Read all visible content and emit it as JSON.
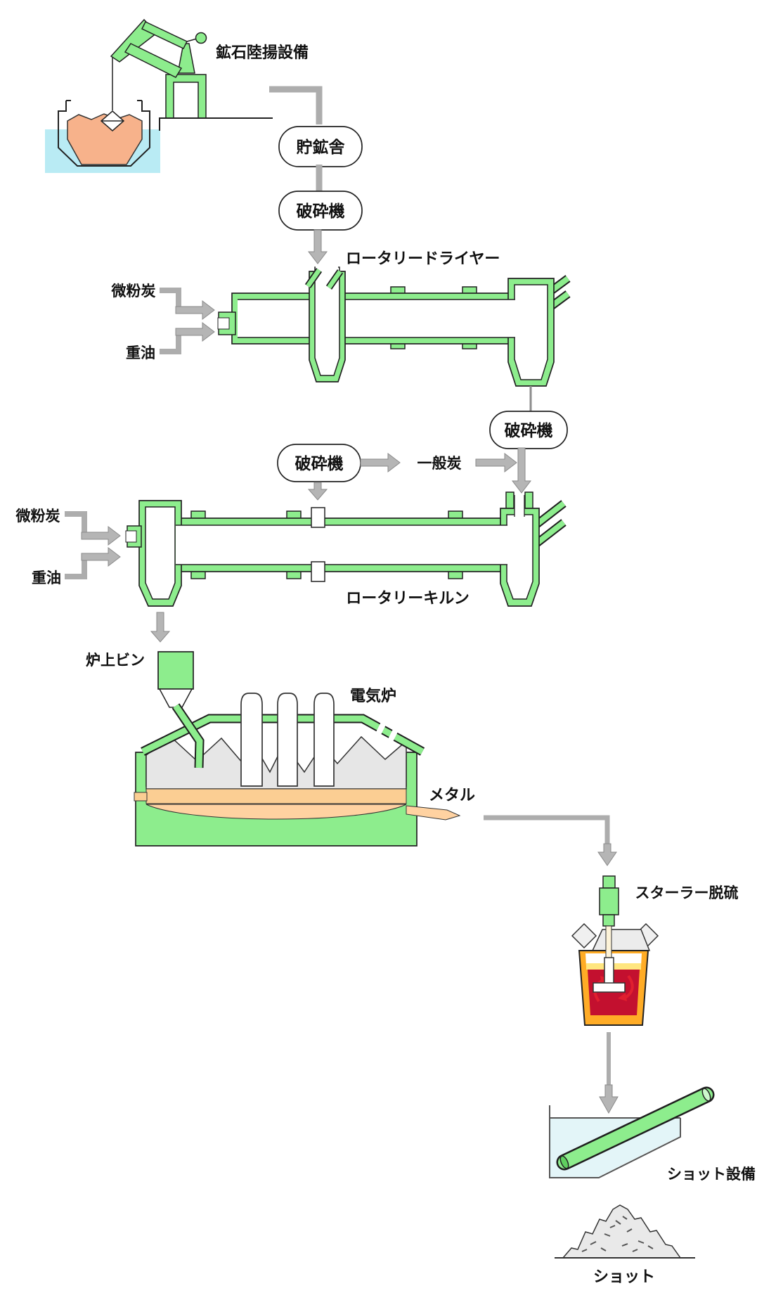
{
  "labels": {
    "ore_unloading": "鉱石陸揚設備",
    "ore_storage": "貯鉱舎",
    "crusher_1": "破砕機",
    "rotary_dryer": "ロータリードライヤー",
    "pulverized_coal_dryer": "微粉炭",
    "heavy_oil_dryer": "重油",
    "crusher_right": "破砕機",
    "crusher_left": "破砕機",
    "steam_coal": "一般炭",
    "pulverized_coal_kiln": "微粉炭",
    "heavy_oil_kiln": "重油",
    "rotary_kiln": "ロータリーキルン",
    "furnace_top_bin": "炉上ビン",
    "electric_furnace": "電気炉",
    "metal": "メタル",
    "stirrer_desulfurization": "スターラー脱硫",
    "shot_equipment": "ショット設備",
    "shot": "ショット"
  },
  "colors": {
    "equipment_green": "#8ded8d",
    "outline": "#1e1e1e",
    "flow_gray": "#b3b3b3",
    "pipe_gray": "#adadad",
    "sea_water": "#b9ebf4",
    "tank_water": "#e3f5f8",
    "ore_salmon": "#f7b28b",
    "slag_orange": "#fbce93",
    "metal_orange": "#ffd2a1",
    "melt_crimson": "#c3102f",
    "ladle_orange": "#ffac26",
    "charge_gray": "#e6e6e6"
  }
}
